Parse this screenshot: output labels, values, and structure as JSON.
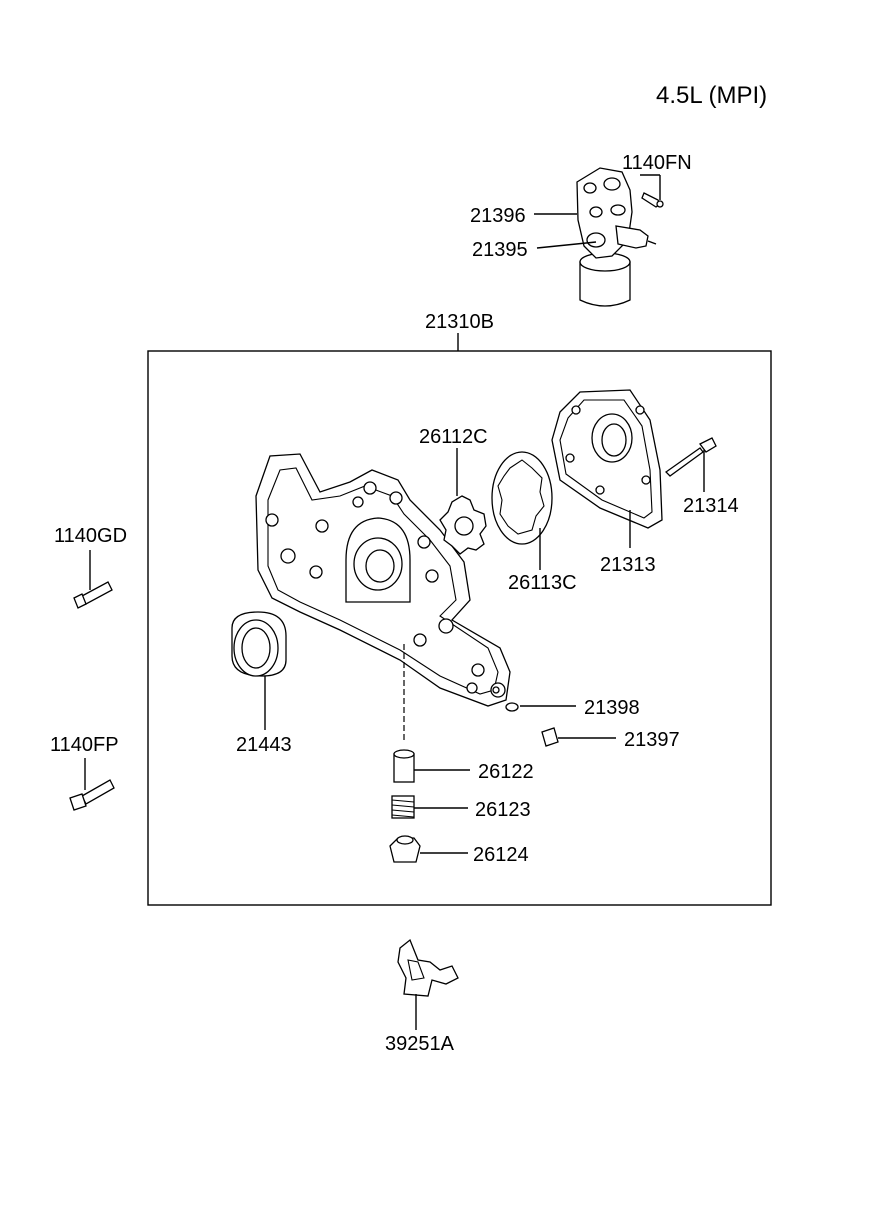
{
  "title": "4.5L (MPI)",
  "labels": {
    "p1140FN": "1140FN",
    "p21396": "21396",
    "p21395": "21395",
    "p21310B": "21310B",
    "p26112C": "26112C",
    "p21314": "21314",
    "p1140GD": "1140GD",
    "p26113C": "26113C",
    "p21313": "21313",
    "p21443": "21443",
    "p21398": "21398",
    "p21397": "21397",
    "p1140FP": "1140FP",
    "p26122": "26122",
    "p26123": "26123",
    "p26124": "26124",
    "p39251A": "39251A"
  }
}
